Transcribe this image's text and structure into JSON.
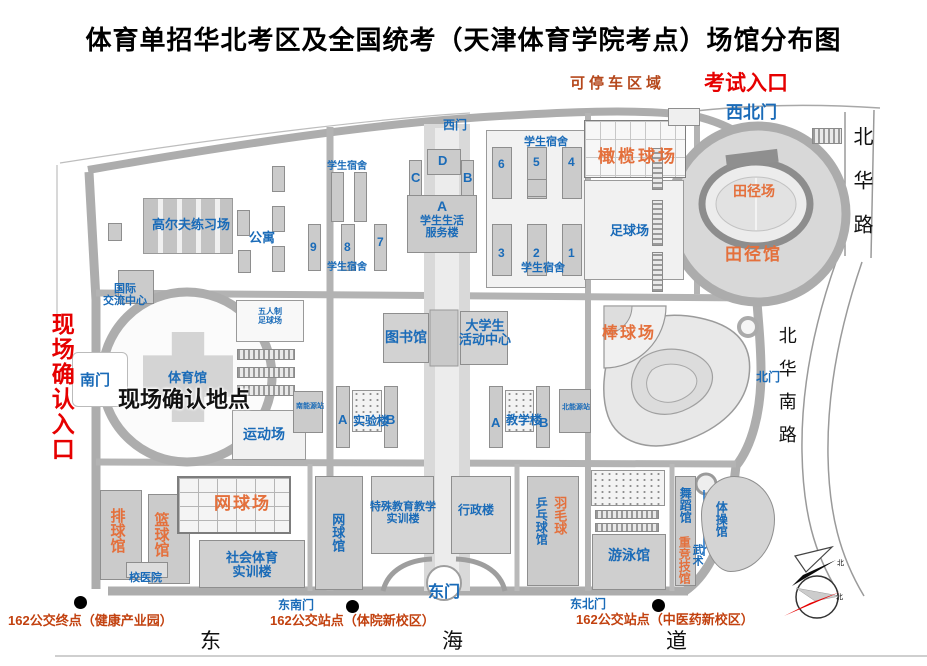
{
  "title": "体育单招华北考区及全国统考（天津体育学院考点）场馆分布图",
  "colors": {
    "label_blue": "#1a6bb8",
    "venue_orange": "#e4703c",
    "alert_red": "#e60000",
    "note_brown": "#b5481c",
    "road_gray": "#adadad"
  },
  "annotations": {
    "parking_area": "可停车区域",
    "exam_entrance": "考试入口",
    "onsite_entrance": "现场确认入口",
    "onsite_location": "现场确认地点"
  },
  "gates": {
    "northwest": "西北门",
    "west": "西门",
    "south": "南门",
    "north": "北门",
    "east": "东门",
    "southeast": "东南门",
    "northeast": "东北门"
  },
  "roads": {
    "beihua": "北华路",
    "beihua_south": "北华南路",
    "donghai": [
      "东",
      "海",
      "道"
    ]
  },
  "bus": {
    "terminal_health_park": "162公交终点（健康产业园）",
    "stop_sport_campus": "162公交站点（体院新校区）",
    "stop_tcm_campus": "162公交站点（中医药新校区）"
  },
  "exam_venues": {
    "rugby_field": "橄榄球场",
    "track_field": "田径场",
    "track_gym": "田径馆",
    "baseball_field": "棒球场",
    "tennis_courts": "网球场",
    "volleyball_gym": "排球馆",
    "basketball_gym": "篮球馆",
    "badminton": "羽毛球",
    "heavy_athletics_gym": "重竞技馆"
  },
  "buildings": {
    "dormitory": "学生宿舍",
    "service_building": [
      "学生生活",
      "服务楼"
    ],
    "golf_range": "高尔夫练习场",
    "apartment": "公寓",
    "intl_center": [
      "国际",
      "交流中心"
    ],
    "football_field": "足球场",
    "futsal_field": [
      "五人制",
      "足球场"
    ],
    "library": "图书馆",
    "student_center": [
      "大学生",
      "活动中心"
    ],
    "lab_building": "实验楼",
    "teaching_building": "教学楼",
    "south_energy": "南能源站",
    "north_energy": "北能源站",
    "gymnasium": "体育馆",
    "sports_field": "运动场",
    "hospital": "校医院",
    "social_sports": [
      "社会体育",
      "实训楼"
    ],
    "tennis_gym": "网球馆",
    "special_edu": [
      "特殊教育教学",
      "实训楼"
    ],
    "admin_building": "行政楼",
    "table_tennis_gym": "乒乓球馆",
    "swimming_gym": "游泳馆",
    "dance_gym": "舞蹈馆",
    "wushu": "武术",
    "gymnastics_gym": "体操馆"
  },
  "unit_letters": {
    "a": "A",
    "b": "B",
    "c": "C",
    "d": "D"
  },
  "dorm_numbers": [
    "1",
    "2",
    "3",
    "4",
    "5",
    "6",
    "7",
    "8",
    "9"
  ],
  "compass": {
    "north": "北"
  }
}
